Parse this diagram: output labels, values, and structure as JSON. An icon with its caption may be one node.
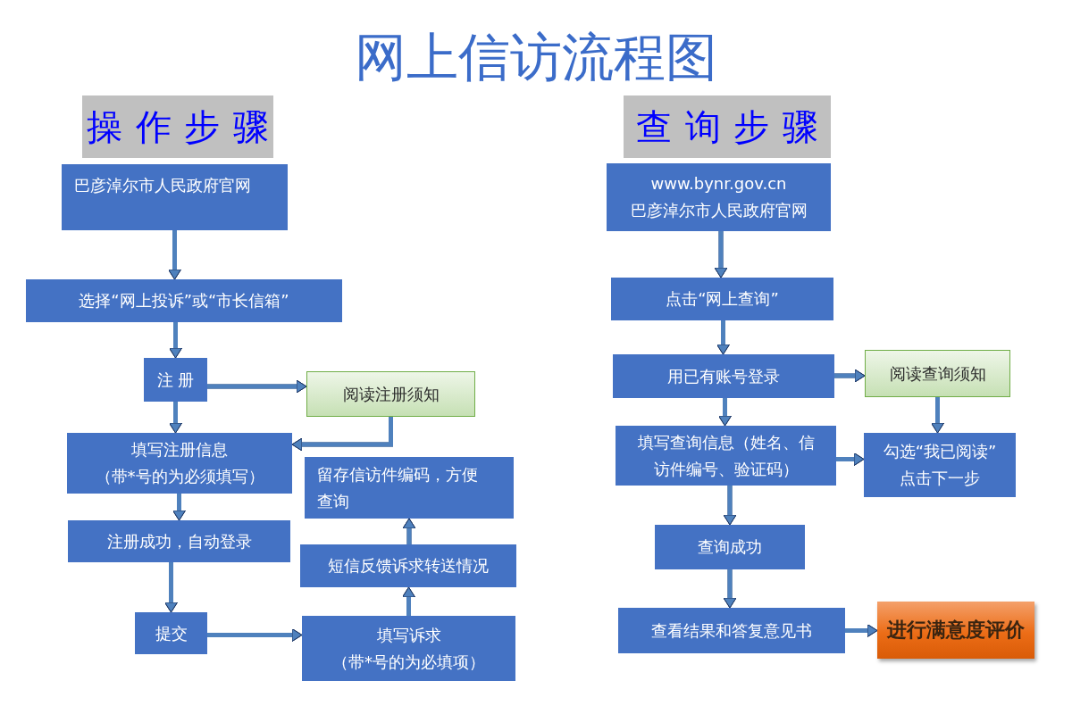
{
  "diagram": {
    "title": "网上信访流程图",
    "nodes": [
      {
        "text": [
          "操 作 步 骤"
        ]
      },
      {
        "text": [
          "巴彦淖尔市人民政府官网"
        ]
      },
      {
        "text": [
          "选择“网上投诉”或“市长信箱”"
        ]
      },
      {
        "text": [
          "注 册"
        ]
      },
      {
        "text": [
          "阅读注册须知"
        ]
      },
      {
        "text": [
          "填写注册信息",
          "（带*号的为必须填写）"
        ]
      },
      {
        "text": [
          "注册成功，自动登录"
        ]
      },
      {
        "text": [
          "提交"
        ]
      },
      {
        "text": [
          "填写诉求",
          "（带*号的为必填项）"
        ]
      },
      {
        "text": [
          "短信反馈诉求转送情况"
        ]
      },
      {
        "text": [
          "留存信访件编码，方便查询"
        ]
      },
      {
        "text": [
          "查 询 步 骤"
        ]
      },
      {
        "text": [
          "www.bynr.gov.cn",
          "巴彦淖尔市人民政府官网"
        ]
      },
      {
        "text": [
          "点击“网上查询”"
        ]
      },
      {
        "text": [
          "用已有账号登录"
        ]
      },
      {
        "text": [
          "阅读查询须知"
        ]
      },
      {
        "text": [
          "填写查询信息（姓名、信访件编号、验证码）"
        ]
      },
      {
        "text": [
          "勾选“我已阅读”",
          "点击下一步"
        ]
      },
      {
        "text": [
          "查询成功"
        ]
      },
      {
        "text": [
          "查看结果和答复意见书"
        ]
      },
      {
        "text": [
          "进行满意度评价"
        ]
      }
    ],
    "edges": [
      {
        "from": 1,
        "to": 2,
        "arrow": "to"
      },
      {
        "from": 2,
        "to": 3,
        "arrow": "to"
      },
      {
        "from": 3,
        "to": 4,
        "arrow": "to"
      },
      {
        "from": 3,
        "to": 5,
        "arrow": "to"
      },
      {
        "from": 4,
        "to": 5,
        "arrow": "to"
      },
      {
        "from": 5,
        "to": 6,
        "arrow": "to"
      },
      {
        "from": 6,
        "to": 7,
        "arrow": "to"
      },
      {
        "from": 7,
        "to": 8,
        "arrow": "to"
      },
      {
        "from": 8,
        "to": 9,
        "arrow": "to"
      },
      {
        "from": 9,
        "to": 10,
        "arrow": "to"
      },
      {
        "from": 12,
        "to": 13,
        "arrow": "to"
      },
      {
        "from": 13,
        "to": 14,
        "arrow": "to"
      },
      {
        "from": 14,
        "to": 15,
        "arrow": "to"
      },
      {
        "from": 14,
        "to": 16,
        "arrow": "to"
      },
      {
        "from": 15,
        "to": 17,
        "arrow": "to"
      },
      {
        "from": 16,
        "to": 17,
        "arrow": "to"
      },
      {
        "from": 16,
        "to": 18,
        "arrow": "to"
      },
      {
        "from": 18,
        "to": 19,
        "arrow": "to"
      },
      {
        "from": 19,
        "to": 20,
        "arrow": "to"
      }
    ]
  }
}
